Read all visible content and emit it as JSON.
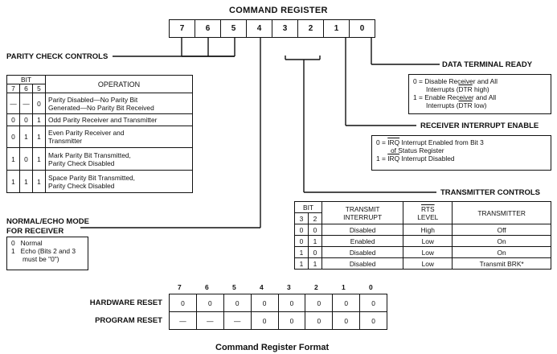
{
  "title": "COMMAND REGISTER",
  "bits": [
    "7",
    "6",
    "5",
    "4",
    "3",
    "2",
    "1",
    "0"
  ],
  "parity": {
    "header": "PARITY CHECK CONTROLS",
    "bit_label": "BIT",
    "bit_cols": [
      "7",
      "6",
      "5"
    ],
    "op_label": "OPERATION",
    "rows": [
      {
        "b": [
          "—",
          "—",
          "0"
        ],
        "op1": "Parity Disabled—No Parity Bit",
        "op2": "Generated—No Parity Bit Received"
      },
      {
        "b": [
          "0",
          "0",
          "1"
        ],
        "op1": "Odd Parity Receiver and Transmitter",
        "op2": ""
      },
      {
        "b": [
          "0",
          "1",
          "1"
        ],
        "op1": "Even Parity Receiver and",
        "op2": "Transmitter"
      },
      {
        "b": [
          "1",
          "0",
          "1"
        ],
        "op1": "Mark Parity Bit Transmitted,",
        "op2": "Parity Check Disabled"
      },
      {
        "b": [
          "1",
          "1",
          "1"
        ],
        "op1": "Space Parity Bit Transmitted,",
        "op2": "Parity Check Disabled"
      }
    ]
  },
  "dtr": {
    "header": "DATA TERMINAL READY",
    "l1": "0 = Disable Receiver and All",
    "l2a": "Interrupts (",
    "l2b": "DTR",
    "l2c": " high)",
    "l3": "1 = Enable Receiver and All",
    "l4a": "Interrupts (",
    "l4b": "DTR",
    "l4c": " low)"
  },
  "rie": {
    "header": "RECEIVER INTERRUPT ENABLE",
    "l1a": "0 = ",
    "l1b": "IRQ",
    "l1c": " Interrupt Enabled from Bit 3",
    "l2": "of Status Register",
    "l3a": "1 = ",
    "l3b": "IRQ",
    "l3c": " Interrupt Disabled"
  },
  "tx": {
    "header": "TRANSMITTER CONTROLS",
    "bit_label": "BIT",
    "bit_cols": [
      "3",
      "2"
    ],
    "h_int1": "TRANSMIT",
    "h_int2": "INTERRUPT",
    "h_rts1": "RTS",
    "h_rts2": "LEVEL",
    "h_tx": "TRANSMITTER",
    "rows": [
      {
        "b": [
          "0",
          "0"
        ],
        "int": "Disabled",
        "rts": "High",
        "tx": "Off"
      },
      {
        "b": [
          "0",
          "1"
        ],
        "int": "Enabled",
        "rts": "Low",
        "tx": "On"
      },
      {
        "b": [
          "1",
          "0"
        ],
        "int": "Disabled",
        "rts": "Low",
        "tx": "On"
      },
      {
        "b": [
          "1",
          "1"
        ],
        "int": "Disabled",
        "rts": "Low",
        "tx": "Transmit BRK*"
      }
    ]
  },
  "echo": {
    "header1": "NORMAL/ECHO MODE",
    "header2": "FOR RECEIVER",
    "l1": "0   Normal",
    "l2": "1   Echo (Bits 2 and 3",
    "l3": "must be \"0\")"
  },
  "reset": {
    "bits": [
      "7",
      "6",
      "5",
      "4",
      "3",
      "2",
      "1",
      "0"
    ],
    "hardware_label": "HARDWARE RESET",
    "hardware": [
      "0",
      "0",
      "0",
      "0",
      "0",
      "0",
      "0",
      "0"
    ],
    "program_label": "PROGRAM RESET",
    "program": [
      "—",
      "—",
      "—",
      "0",
      "0",
      "0",
      "0",
      "0"
    ]
  },
  "caption": "Command Register Format"
}
